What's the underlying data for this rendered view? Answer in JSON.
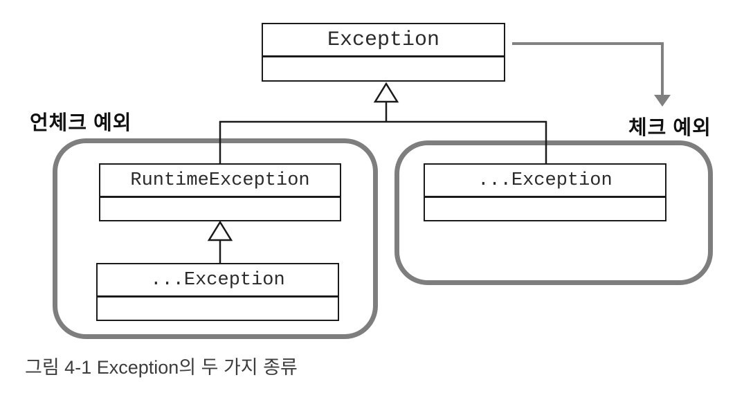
{
  "diagram": {
    "exception_box": {
      "label": "Exception"
    },
    "unchecked_group": {
      "label": "언체크 예외",
      "boxes": [
        {
          "label": "RuntimeException"
        },
        {
          "label": "...Exception"
        }
      ]
    },
    "checked_group": {
      "label": "체크 예외",
      "boxes": [
        {
          "label": "...Exception"
        }
      ]
    },
    "caption": "그림 4-1 Exception의 두 가지 종류",
    "colors": {
      "box_border": "#1a1a1a",
      "group_outline": "#7e7e7e",
      "arrow": "#808080",
      "text": "#2b2b2b"
    }
  }
}
